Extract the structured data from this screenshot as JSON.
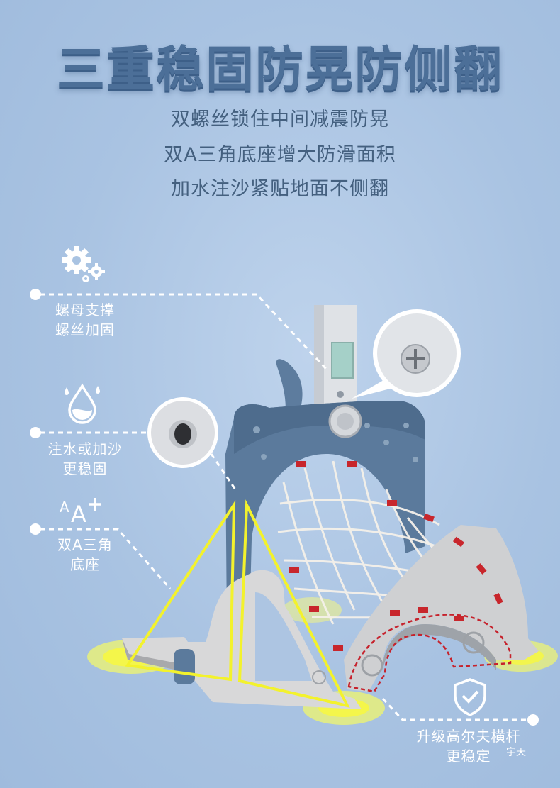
{
  "headline": "三重稳固防晃防侧翻",
  "subtitles": [
    "双螺丝锁住中间减震防晃",
    "双A三角底座增大防滑面积",
    "加水注沙紧贴地面不侧翻"
  ],
  "callouts": {
    "screw": {
      "line1": "螺母支撑",
      "line2": "螺丝加固",
      "icon": "gears-icon"
    },
    "water": {
      "line1": "注水或加沙",
      "line2": "更稳固",
      "icon": "water-drop-icon"
    },
    "base": {
      "line1": "双A三角",
      "line2": "底座",
      "icon": "font-size-increase-icon"
    },
    "bar": {
      "line1": "升级高尔夫横杆",
      "line2": "更稳定",
      "icon": "shield-check-icon"
    }
  },
  "brand_mark": "宇天",
  "colors": {
    "background": "#a9c3e2",
    "headline": "#4c6f98",
    "frame": "#5d7c9e",
    "base_gray": "#d2d2d2",
    "highlight": "#f5f232"
  }
}
